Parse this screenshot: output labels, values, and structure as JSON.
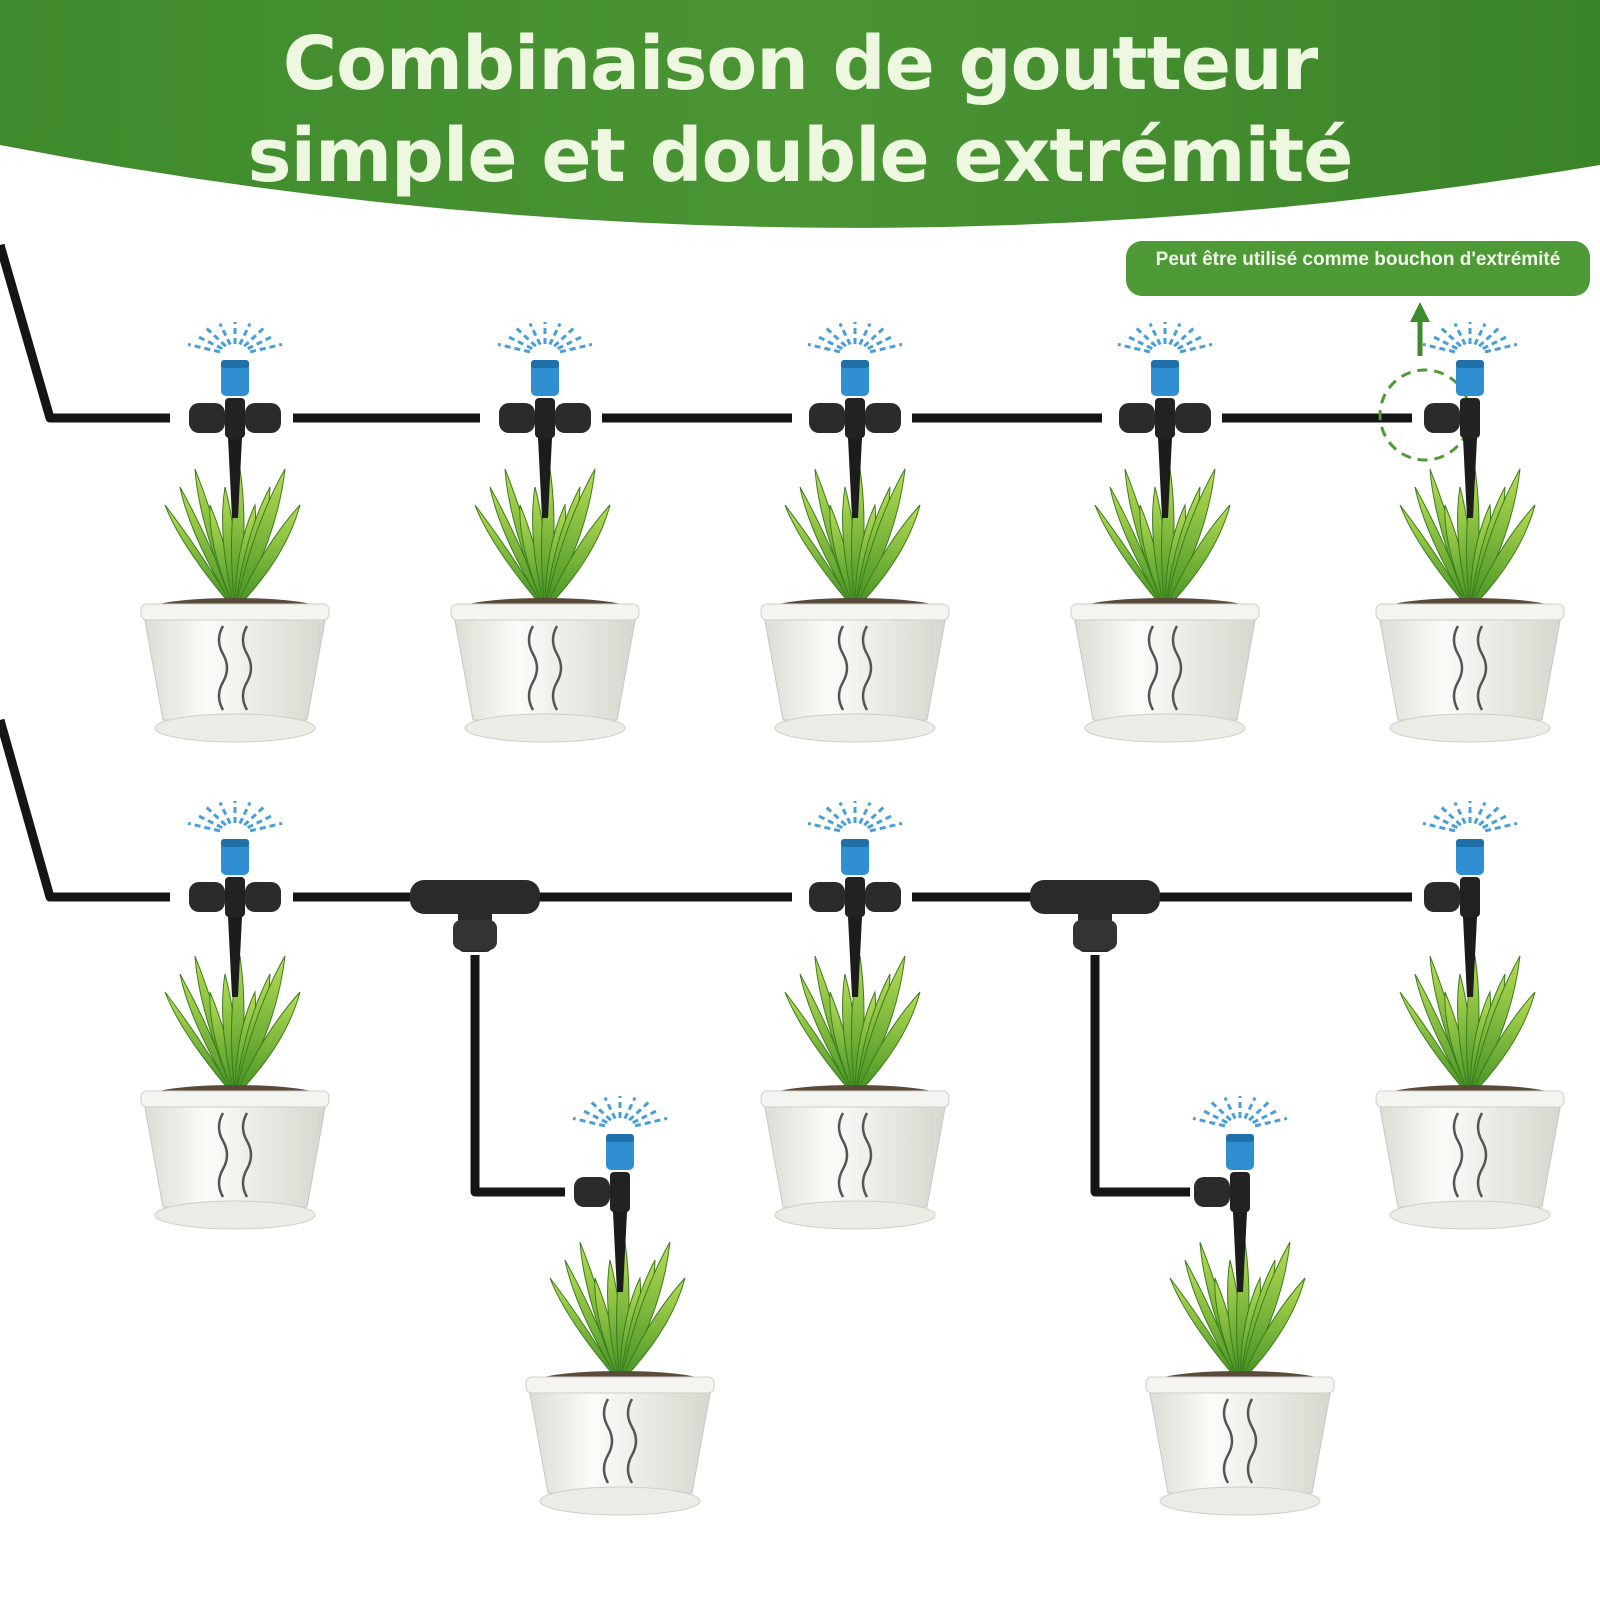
{
  "banner": {
    "title_line1": "Combinaison de goutteur",
    "title_line2": "simple et double extrémité",
    "color": "#3f8a2c"
  },
  "callout": {
    "text": "Peut être utilisé comme bouchon d'extrémité",
    "color": "#4e9a37"
  },
  "colors": {
    "tube": "#151515",
    "nozzle": "#2f8fd0",
    "spray": "#4a9fd8",
    "pot": "#efefea",
    "leaf": "#58a82e",
    "arrow": "#3f8a2c"
  },
  "icons": [
    "drip-emitter-icon",
    "tee-connector-icon",
    "potted-plant-icon",
    "water-spray-icon",
    "up-arrow-icon"
  ]
}
